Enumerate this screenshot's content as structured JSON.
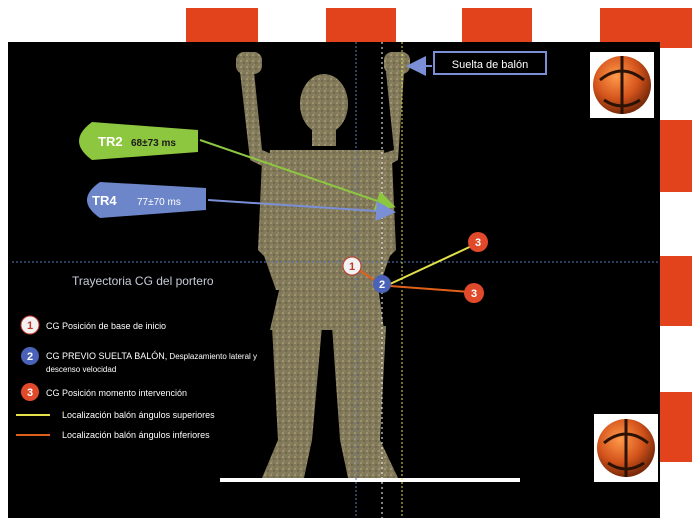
{
  "labels": {
    "ball_release": "Suelta de balón",
    "trajectory_title": "Trayectoria CG del portero",
    "tr2": {
      "name": "TR2",
      "value": "68±73 ms"
    },
    "tr4": {
      "name": "TR4",
      "value": "77±70 ms"
    }
  },
  "markers": {
    "m1": "1",
    "m2": "2",
    "m3": "3"
  },
  "legend": [
    {
      "marker": "1",
      "text": "CG Posición de base de inicio",
      "color": "#f2f2f2",
      "text_color": "#c0392b"
    },
    {
      "marker": "2",
      "text_bold": "CG PREVIO SUELTA BALÓN,",
      "text_rest": " Desplazamiento lateral y",
      "text_line2": "descenso velocidad",
      "color": "#4a63b8",
      "text_color": "#ffffff"
    },
    {
      "marker": "3",
      "text": "CG Posición momento intervención",
      "color": "#e04a2a",
      "text_color": "#ffffff"
    }
  ],
  "line_legend": [
    {
      "text": "Localización balón ángulos superiores",
      "color": "#e3e04a"
    },
    {
      "text": "Localización balón ángulos inferiores",
      "color": "#e0601a"
    }
  ],
  "colors": {
    "background": "#000000",
    "goal_red": "#e2431c",
    "tr2_green": "#8dc63f",
    "tr4_blue": "#6d86c9",
    "arrow_green": "#8dc63f",
    "arrow_blue": "#7b8fd6"
  },
  "icons": [
    "ball-icon-top",
    "ball-icon-bottom"
  ]
}
